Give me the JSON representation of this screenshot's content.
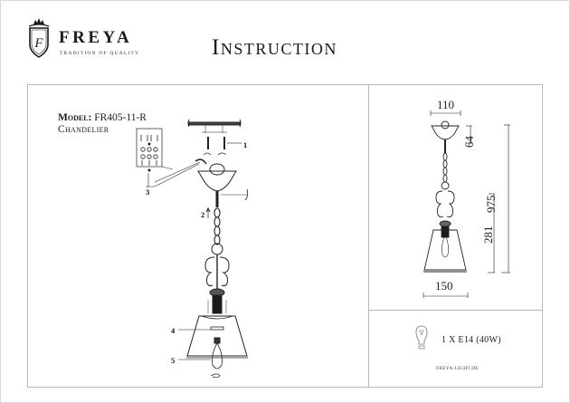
{
  "header": {
    "brand": "FREYA",
    "tagline": "TRADITION OF QUALITY",
    "crest_letter": "F",
    "title": "Instruction"
  },
  "product": {
    "model_label": "Model:",
    "model_number": "FR405-11-R",
    "type": "Chandelier"
  },
  "assembly": {
    "callouts": [
      "1",
      "2",
      "3",
      "4",
      "5"
    ]
  },
  "dimensions": {
    "canopy_width": "110",
    "canopy_height": "64",
    "total_height": "975",
    "shade_height": "281",
    "shade_width": "150"
  },
  "bulb": {
    "icon": "light-bulb-icon",
    "spec": "1 X E14 (40W)"
  },
  "footer": {
    "website": "FREYA-LIGHT.DE"
  },
  "colors": {
    "ink": "#1a1a1a",
    "frame": "#b8b8b8",
    "background": "#ffffff"
  }
}
